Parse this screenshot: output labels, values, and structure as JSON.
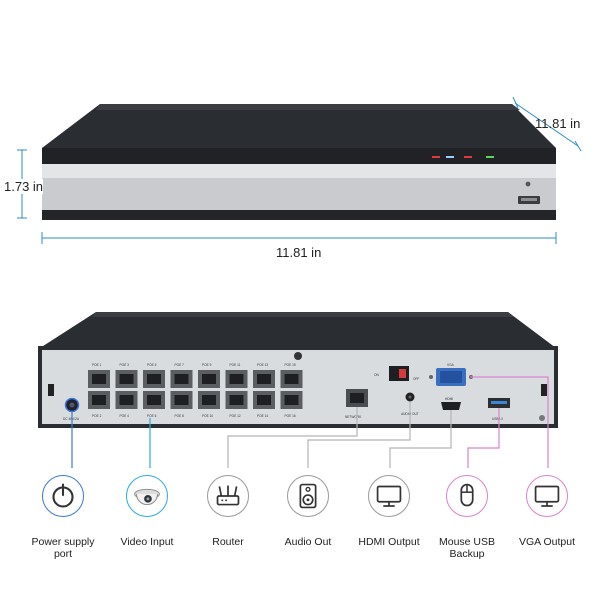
{
  "dimensions": {
    "depth": "11.81 in",
    "height": "1.73 in",
    "width": "11.81 in"
  },
  "rear_panel": {
    "poe_top": [
      "POE 1",
      "POE 3",
      "POE 5",
      "POE 7",
      "POE 9",
      "POE 11",
      "POE 13",
      "POE 15"
    ],
    "poe_bottom": [
      "POE 2",
      "POE 4",
      "POE 6",
      "POE 8",
      "POE 10",
      "POE 12",
      "POE 14",
      "POE 16"
    ],
    "power_label": "DC 48V/2A",
    "network_label": "NETWORK",
    "audio_label": "AUDIO OUT",
    "hdmi_label": "HDMI",
    "vga_label": "VGA",
    "usb_label": "USB2.0",
    "switch_on": "ON",
    "switch_off": "OFF"
  },
  "ports": [
    {
      "label": "Power supply port",
      "icon": "power-icon",
      "color": "#3a7bd5"
    },
    {
      "label": "Video Input",
      "icon": "dome-camera-icon",
      "color": "#29aee0"
    },
    {
      "label": "Router",
      "icon": "router-icon",
      "color": "#9a9a9a"
    },
    {
      "label": "Audio Out",
      "icon": "speaker-icon",
      "color": "#9a9a9a"
    },
    {
      "label": "HDMI Output",
      "icon": "monitor-icon",
      "color": "#9a9a9a"
    },
    {
      "label": "Mouse USB Backup",
      "icon": "mouse-icon",
      "color": "#d982d0"
    },
    {
      "label": "VGA Output",
      "icon": "monitor-icon",
      "color": "#d982d0"
    }
  ],
  "colors": {
    "power_line": "#3a7bd5",
    "video_line": "#29aee0",
    "neutral_line": "#b5b5b5",
    "usb_vga_line": "#d982d0"
  }
}
